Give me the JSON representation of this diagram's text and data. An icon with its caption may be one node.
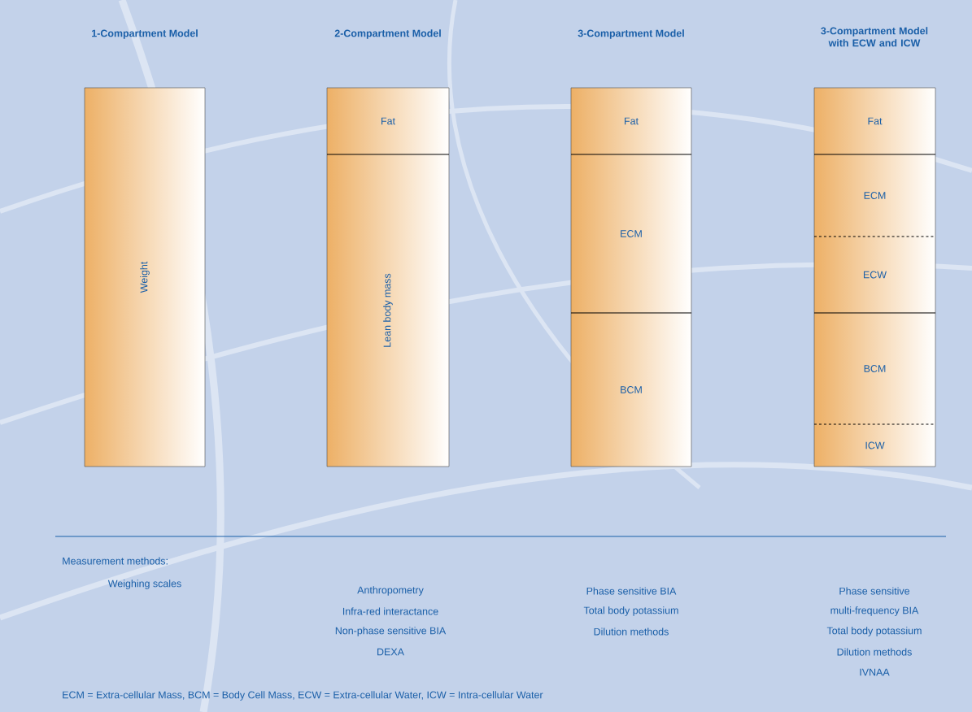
{
  "diagram": {
    "caption": "ECM = Extra-cellular Mass, BCM = Body Cell Mass, ECW = Extra-cellular Water, ICW = Intra-cellular Water",
    "nodes": [
      {
        "text": [
          "Weight"
        ]
      },
      {
        "text": [
          "Fat"
        ]
      },
      {
        "text": [
          "Lean body mass"
        ]
      },
      {
        "text": [
          "Fat"
        ]
      },
      {
        "text": [
          "ECM"
        ]
      },
      {
        "text": [
          "BCM"
        ]
      },
      {
        "text": [
          "Fat"
        ]
      },
      {
        "text": [
          "ECM"
        ]
      },
      {
        "text": [
          "ECW"
        ]
      },
      {
        "text": [
          "BCM"
        ]
      },
      {
        "text": [
          "ICW"
        ]
      }
    ],
    "labels": [
      "1-Compartment  Model",
      "2-Compartment  Model",
      "3-Compartment  Model",
      "3-Compartment  Model with ECW and ICW",
      "Measurement methods:",
      "Weighing scales",
      "Anthropometry",
      "Infra-red interactance",
      "Non-phase sensitive BIA",
      "DEXA",
      "Phase  sensitive BIA",
      "Total body potassium",
      "Dilution methods",
      "Phase sensitive",
      "multi-frequency BIA",
      "Total body potassium",
      "Dilution methods",
      "IVNAA"
    ]
  }
}
